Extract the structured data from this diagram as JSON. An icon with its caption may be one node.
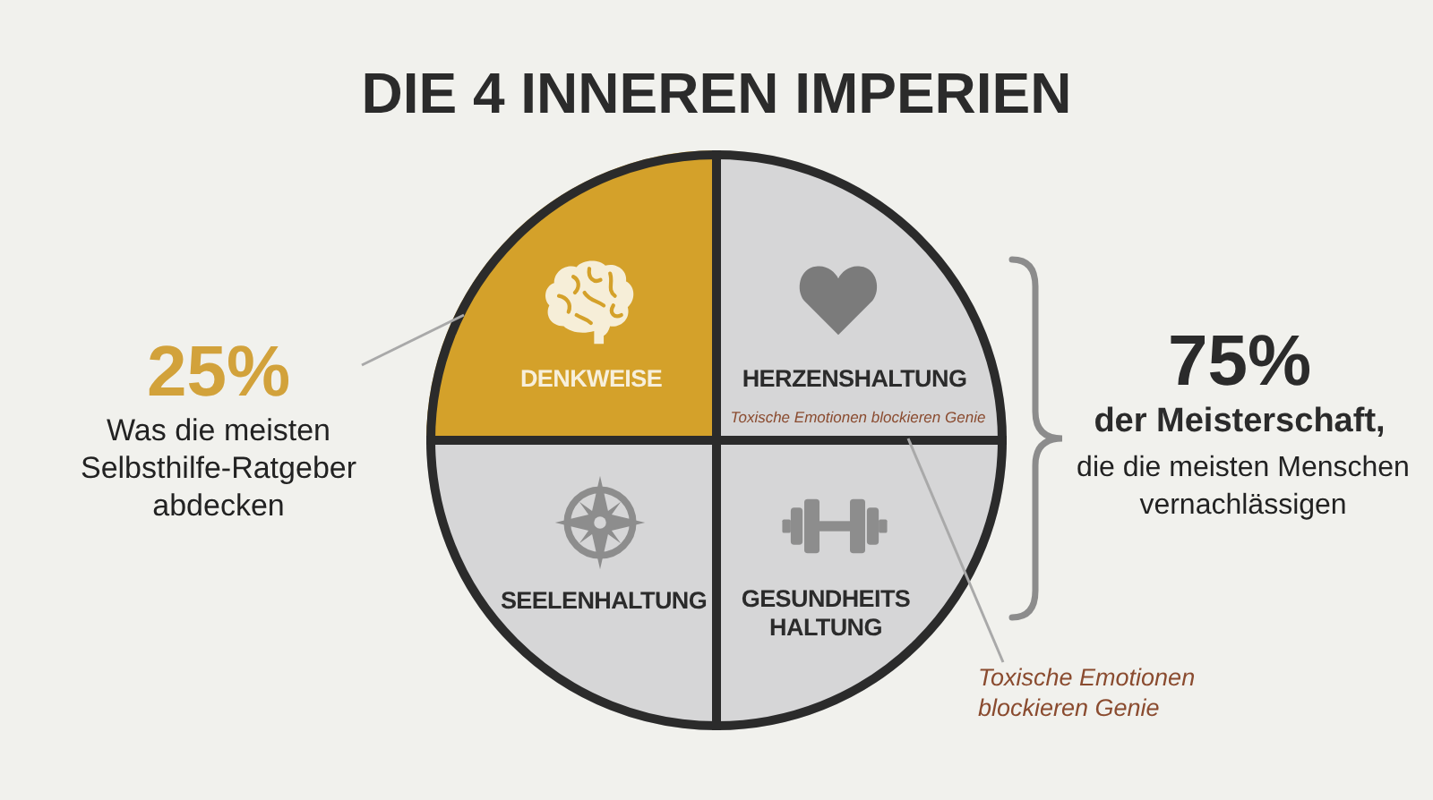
{
  "diagram": {
    "title": "DIE 4 INNEREN IMPERIEN",
    "nodes": [
      {
        "text": [
          "DENKWEISE"
        ]
      },
      {
        "text": [
          "HERZENSHALTUNG",
          "Toxische Emotionen blockieren Genie"
        ]
      },
      {
        "text": [
          "SEELENHALTUNG"
        ]
      },
      {
        "text": [
          "GESUNDHEITS HALTUNG"
        ]
      },
      {
        "text": [
          "25%",
          "Was die meisten Selbsthilfe-Ratgeber abdecken"
        ]
      },
      {
        "text": [
          "Toxische Emotionen blockieren Genie"
        ]
      }
    ],
    "edges": [
      {
        "from": 4,
        "to": 0,
        "arrow": "none"
      },
      {
        "from": 5,
        "to": 1,
        "arrow": "none"
      }
    ],
    "labels": [
      "75%",
      "der Meisterschaft,",
      "die die meisten Menschen vernachlässigen"
    ]
  }
}
